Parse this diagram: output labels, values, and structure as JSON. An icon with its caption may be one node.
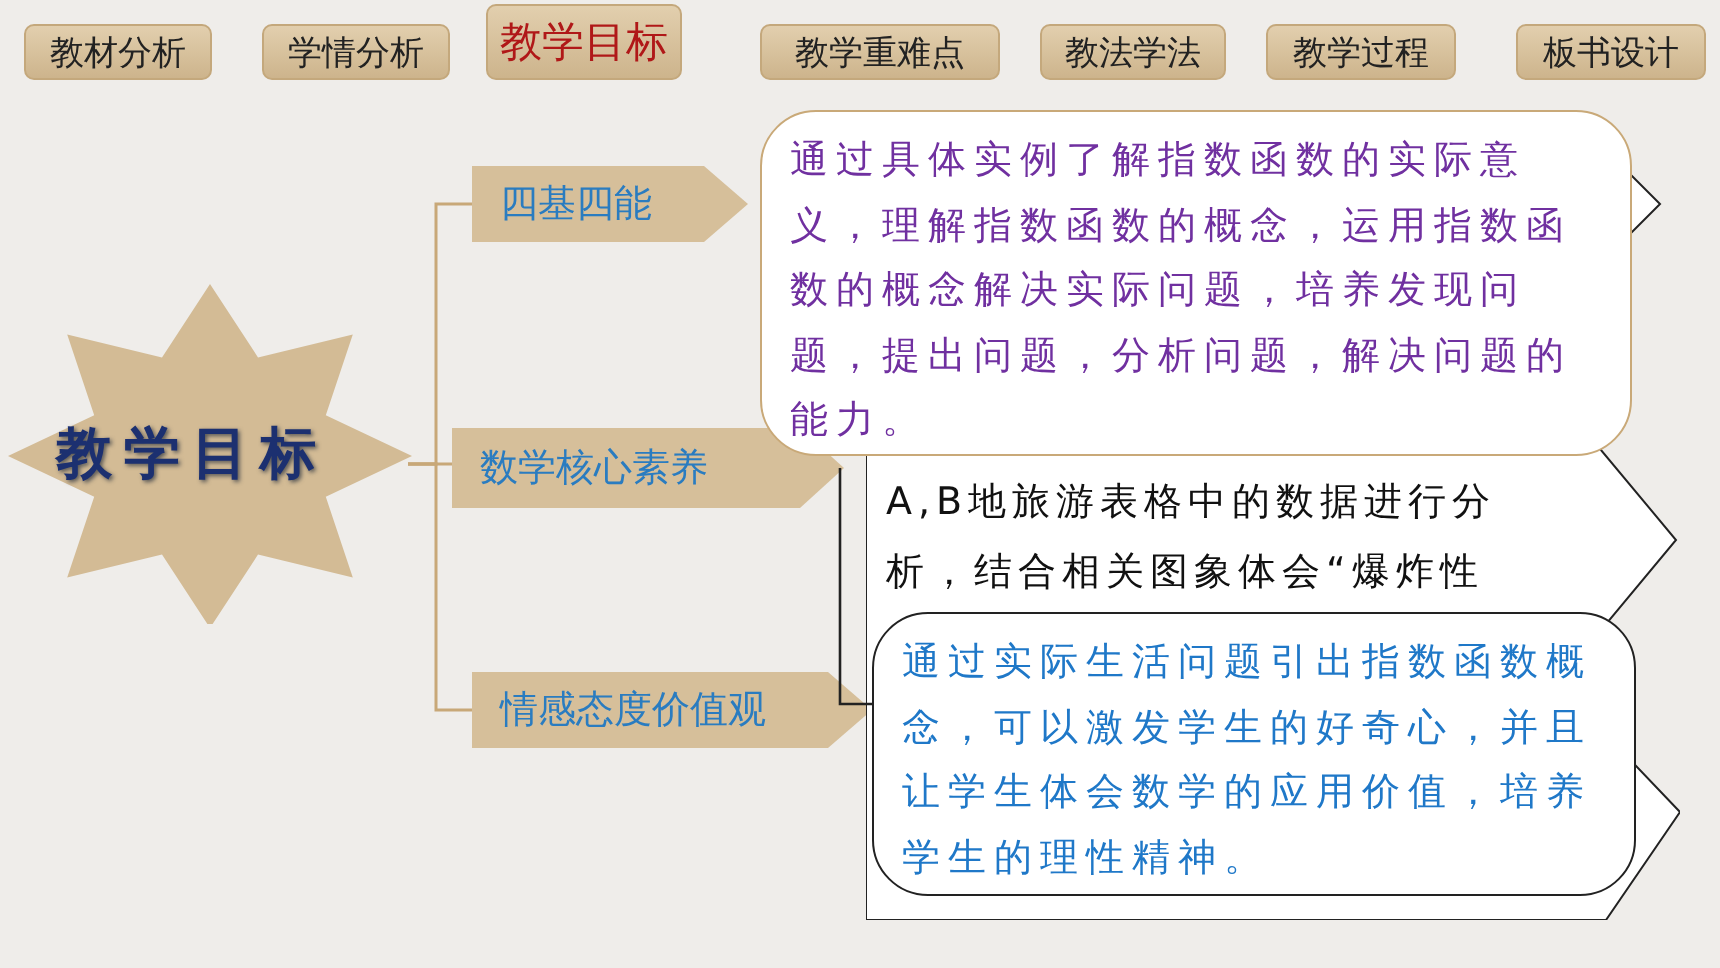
{
  "diagram": {
    "nodes": [
      {
        "text": [
          "教材分析"
        ]
      },
      {
        "text": [
          "学情分析"
        ]
      },
      {
        "text": [
          "教学目标"
        ]
      },
      {
        "text": [
          "教学重难点"
        ]
      },
      {
        "text": [
          "教法学法"
        ]
      },
      {
        "text": [
          "教学过程"
        ]
      },
      {
        "text": [
          "板书设计"
        ]
      },
      {
        "text": [
          "教学目标"
        ]
      },
      {
        "text": [
          "四基四能"
        ]
      },
      {
        "text": [
          "数学核心素养"
        ]
      },
      {
        "text": [
          "情感态度价值观"
        ]
      },
      {
        "text": [
          "通过具体实例了解指数函数的实际意义，理解指数函数的概念，运用指数函数的概念解决实际问题，培养发现问题，提出问题，分析问题，解决问题的能力。"
        ]
      },
      {
        "text": [
          "A,B地旅游表格中的数据进行分析，结合相关图象体会“爆炸性"
        ]
      },
      {
        "text": [
          "通过实际生活问题引出指数函数概念，可以激发学生的好奇心，并且让学生体会数学的应用价值，培养学生的理性精神。"
        ],
        "in": 12
      }
    ],
    "edges": [
      {
        "from": 7,
        "to": 8,
        "arrow": "none"
      },
      {
        "from": 7,
        "to": 9,
        "arrow": "none"
      },
      {
        "from": 7,
        "to": 10,
        "arrow": "none"
      }
    ]
  }
}
